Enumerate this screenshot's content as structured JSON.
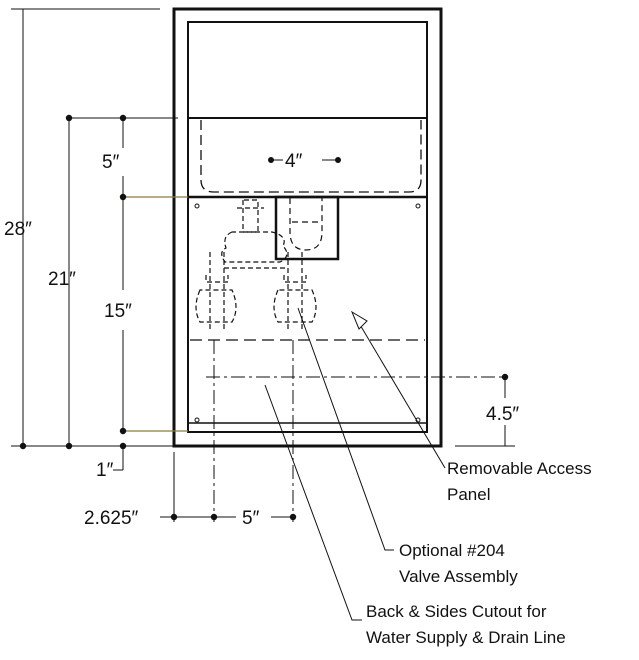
{
  "dimensions": {
    "overall_height": "28″",
    "rough_opening_height": "21″",
    "upper_section": "5″",
    "panel_height": "15″",
    "drain_width": "4″",
    "bottom_offset": "1″",
    "supply_height": "4.5″",
    "left_offset": "2.625″",
    "supply_spacing": "5″"
  },
  "callouts": {
    "access_panel": [
      "Removable Access",
      "Panel"
    ],
    "valve_assembly": [
      "Optional #204",
      "Valve Assembly"
    ],
    "cutout": [
      "Back & Sides Cutout for",
      "Water Supply & Drain Line"
    ]
  },
  "colors": {
    "line": "#111111",
    "leader_olive": "#8a7a3c"
  }
}
